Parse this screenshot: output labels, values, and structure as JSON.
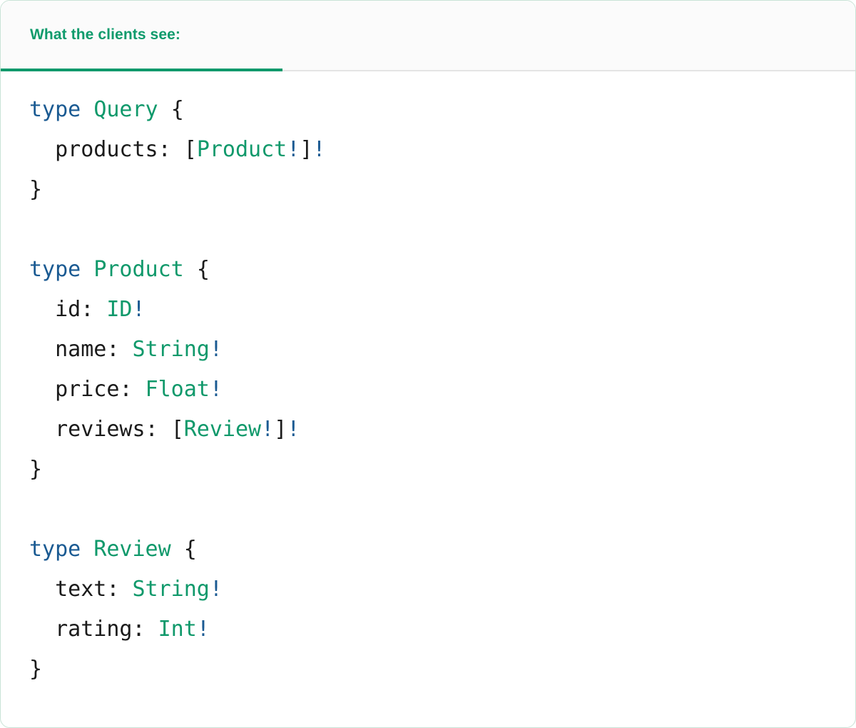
{
  "card": {
    "accent_color": "#10996b",
    "keyword_color": "#1a5a92",
    "text_color": "#1b1b1b",
    "border_color": "#c9e3d6",
    "header_bg": "#fbfbfb"
  },
  "header": {
    "tab_label": "What the clients see:"
  },
  "code": {
    "language": "graphql",
    "blocks": [
      {
        "keyword": "type",
        "name": "Query",
        "open": "{",
        "close": "}",
        "fields": [
          {
            "name": "products",
            "colon": ":",
            "type": "Product",
            "list": true,
            "bang_inner": "!",
            "bang_outer": "!",
            "bracket_open": "[",
            "bracket_close": "]"
          }
        ]
      },
      {
        "keyword": "type",
        "name": "Product",
        "open": "{",
        "close": "}",
        "fields": [
          {
            "name": "id",
            "colon": ":",
            "type": "ID",
            "list": false,
            "bang_inner": "!",
            "bang_outer": "",
            "bracket_open": "",
            "bracket_close": ""
          },
          {
            "name": "name",
            "colon": ":",
            "type": "String",
            "list": false,
            "bang_inner": "!",
            "bang_outer": "",
            "bracket_open": "",
            "bracket_close": ""
          },
          {
            "name": "price",
            "colon": ":",
            "type": "Float",
            "list": false,
            "bang_inner": "!",
            "bang_outer": "",
            "bracket_open": "",
            "bracket_close": ""
          },
          {
            "name": "reviews",
            "colon": ":",
            "type": "Review",
            "list": true,
            "bang_inner": "!",
            "bang_outer": "!",
            "bracket_open": "[",
            "bracket_close": "]"
          }
        ]
      },
      {
        "keyword": "type",
        "name": "Review",
        "open": "{",
        "close": "}",
        "fields": [
          {
            "name": "text",
            "colon": ":",
            "type": "String",
            "list": false,
            "bang_inner": "!",
            "bang_outer": "",
            "bracket_open": "",
            "bracket_close": ""
          },
          {
            "name": "rating",
            "colon": ":",
            "type": "Int",
            "list": false,
            "bang_inner": "!",
            "bang_outer": "",
            "bracket_open": "",
            "bracket_close": ""
          }
        ]
      }
    ]
  }
}
